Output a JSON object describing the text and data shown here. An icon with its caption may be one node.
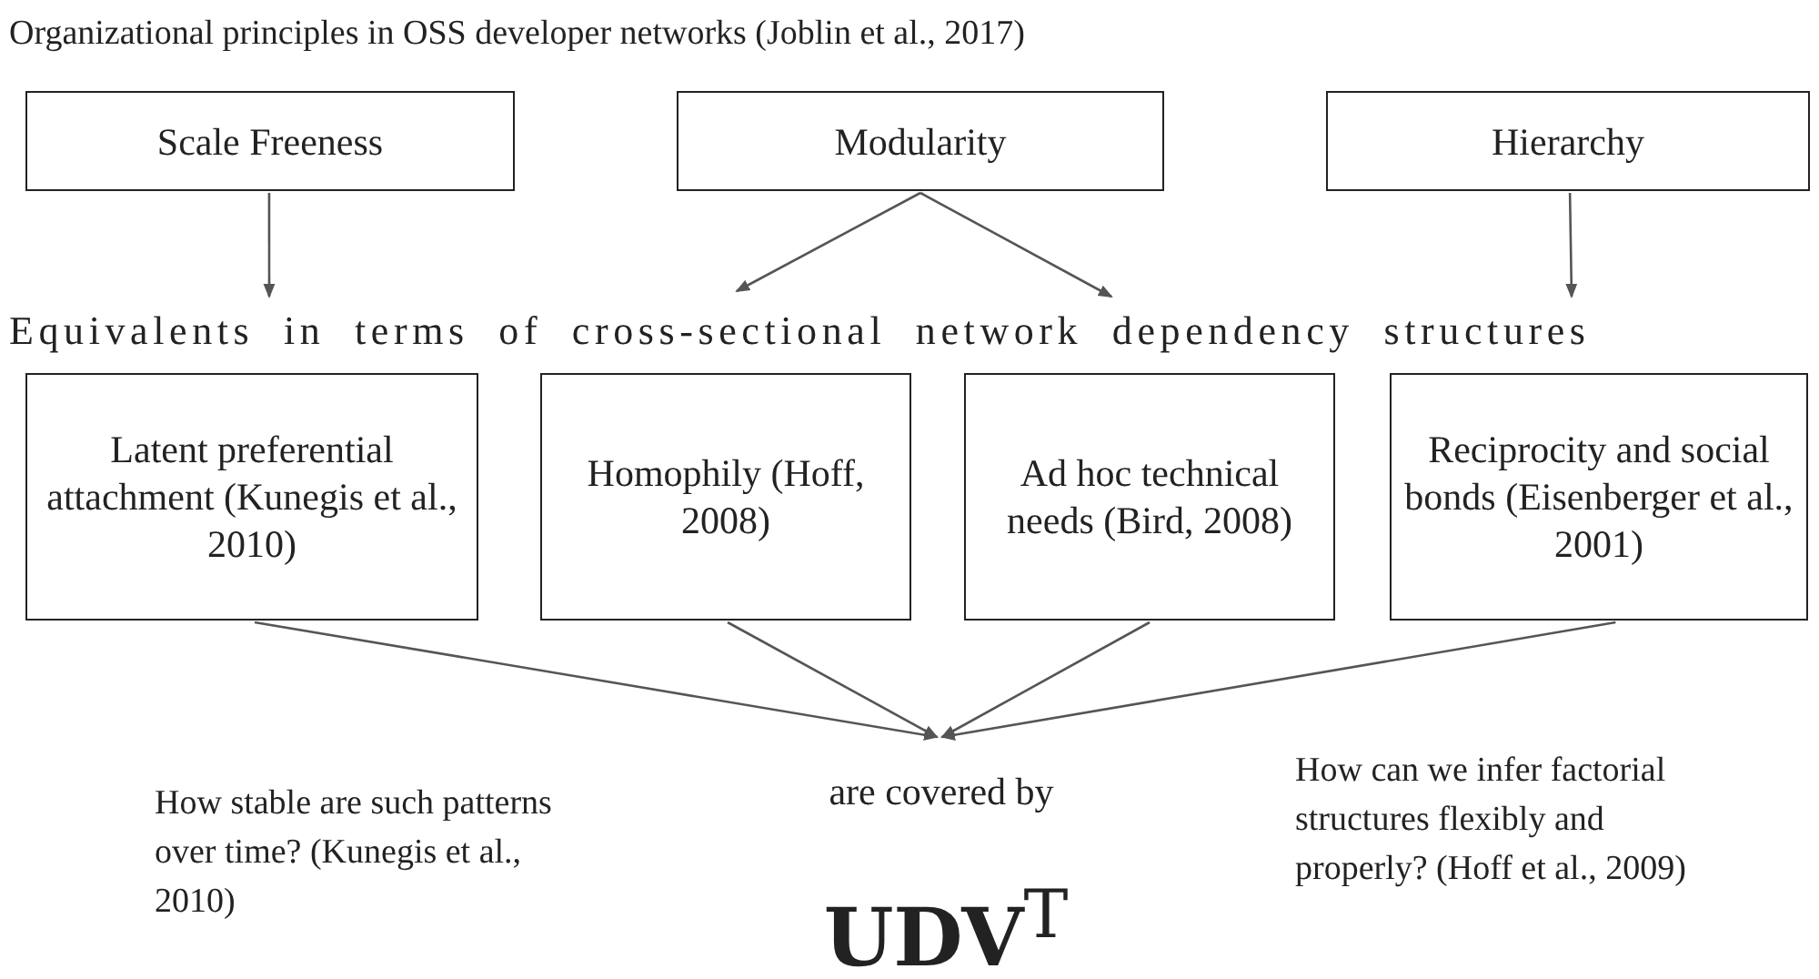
{
  "diagram": {
    "title": "Organizational principles in OSS developer networks (Joblin et al., 2017)",
    "nodes": [
      {
        "text": [
          "Scale Freeness"
        ]
      },
      {
        "text": [
          "Modularity"
        ]
      },
      {
        "text": [
          "Hierarchy"
        ]
      },
      {
        "text": [
          "Equivalents in terms of cross-sectional network dependency structures"
        ]
      },
      {
        "text": [
          "Latent preferential attachment (Kunegis et al., 2010)"
        ]
      },
      {
        "text": [
          "Homophily (Hoff, 2008)"
        ]
      },
      {
        "text": [
          "Ad hoc technical needs (Bird, 2008)"
        ]
      },
      {
        "text": [
          "Reciprocity and social bonds (Eisenberger et al., 2001)"
        ]
      },
      {
        "text": [
          "are covered by"
        ]
      }
    ],
    "edges": [
      {
        "from": 0,
        "to": 3,
        "arrow": "to"
      },
      {
        "from": 1,
        "to": 3,
        "arrow": "to"
      },
      {
        "from": 1,
        "to": 3,
        "arrow": "to"
      },
      {
        "from": 2,
        "to": 3,
        "arrow": "to"
      },
      {
        "from": 4,
        "to": 8,
        "arrow": "to"
      },
      {
        "from": 5,
        "to": 8,
        "arrow": "to"
      },
      {
        "from": 6,
        "to": 8,
        "arrow": "to"
      },
      {
        "from": 7,
        "to": 8,
        "arrow": "to"
      }
    ],
    "labels": [
      "How stable are such patterns over time? (Kunegis et al., 2010)",
      "**UDV**$^{T}$",
      "How can we infer factorial structures flexibly and properly? (Hoff et al., 2009)"
    ]
  }
}
